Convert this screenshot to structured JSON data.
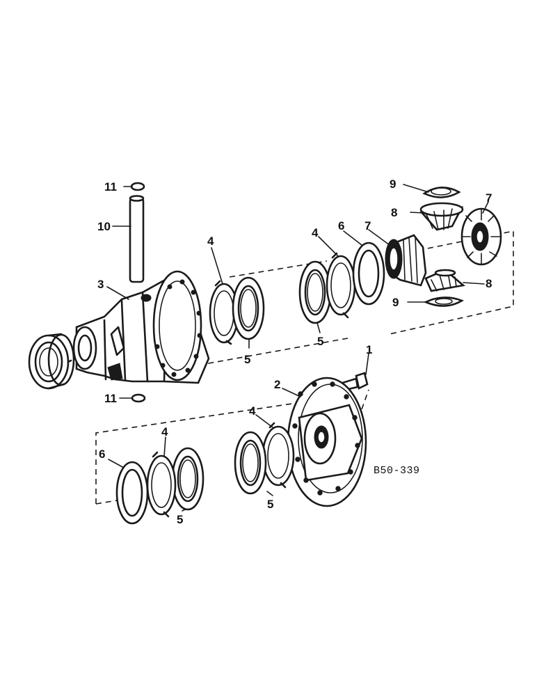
{
  "diagram": {
    "reference_code": "B50-339",
    "callouts": {
      "c1": "1",
      "c2": "2",
      "c3": "3",
      "c4a": "4",
      "c4b": "4",
      "c4c": "4",
      "c4d": "4",
      "c5a": "5",
      "c5b": "5",
      "c5c": "5",
      "c5d": "5",
      "c6a": "6",
      "c6b": "6",
      "c7a": "7",
      "c7b": "7",
      "c8a": "8",
      "c8b": "8",
      "c9a": "9",
      "c9b": "9",
      "c10": "10",
      "c11a": "11",
      "c11b": "11"
    }
  }
}
